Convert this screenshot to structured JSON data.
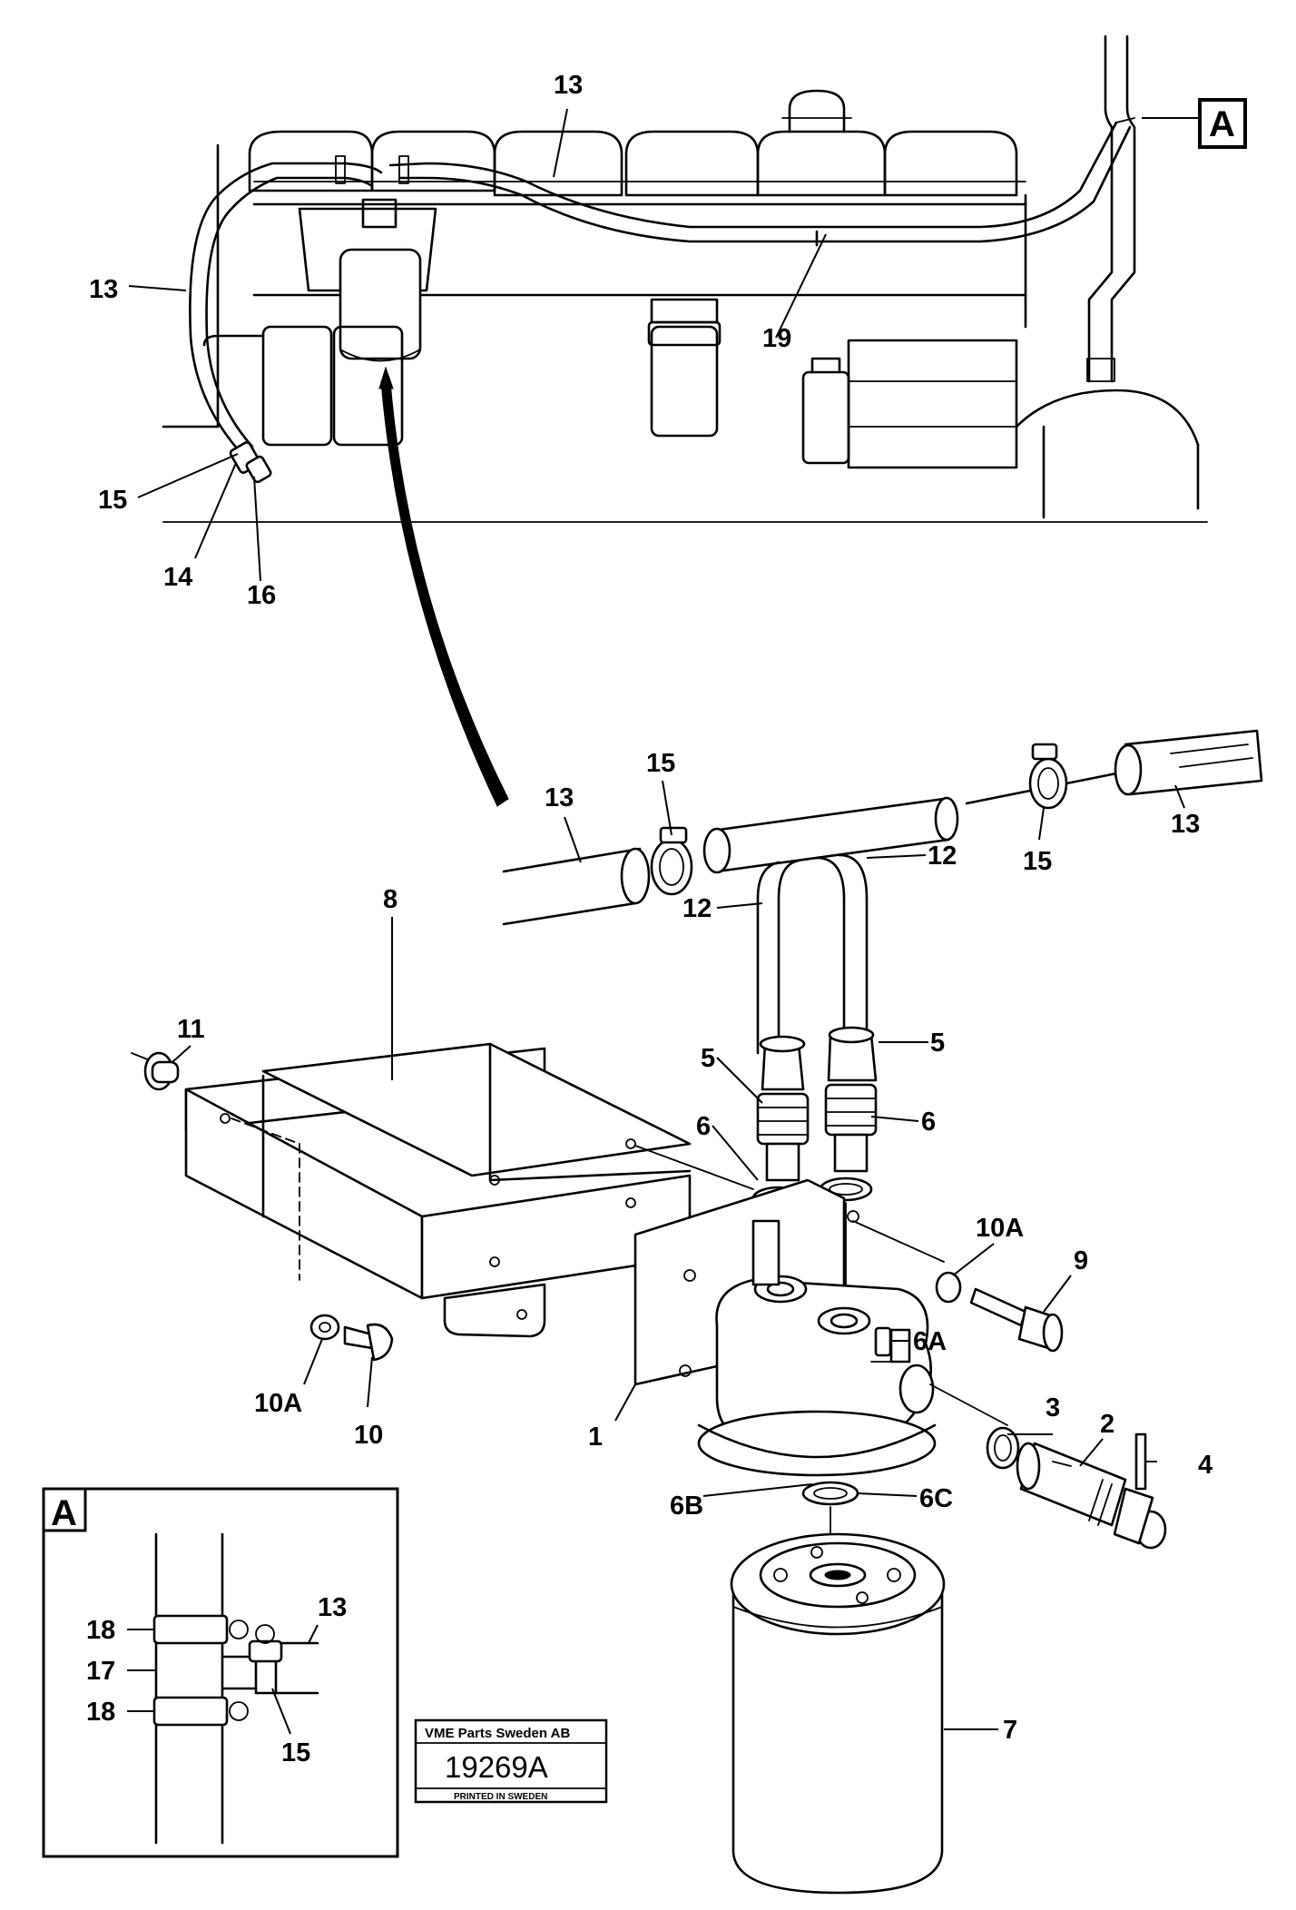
{
  "callouts": {
    "c1": "1",
    "c2": "2",
    "c3": "3",
    "c4": "4",
    "c5a": "5",
    "c5b": "5",
    "c6a": "6",
    "c6b": "6",
    "c6A": "6A",
    "c6B": "6B",
    "c6C": "6C",
    "c7": "7",
    "c8": "8",
    "c9": "9",
    "c10": "10",
    "c10Aa": "10A",
    "c10Ab": "10A",
    "c11": "11",
    "c12a": "12",
    "c12b": "12",
    "c13a": "13",
    "c13b": "13",
    "c13c": "13",
    "c13d": "13",
    "c13e": "13",
    "c14": "14",
    "c15a": "15",
    "c15b": "15",
    "c15c": "15",
    "c15d": "15",
    "c16": "16",
    "c17": "17",
    "c18a": "18",
    "c18b": "18",
    "c19": "19"
  },
  "detail_tag": "A",
  "inset_tag": "A",
  "stamp": {
    "company": "VME Parts Sweden AB",
    "code": "19269A",
    "footer": "PRINTED IN SWEDEN"
  }
}
